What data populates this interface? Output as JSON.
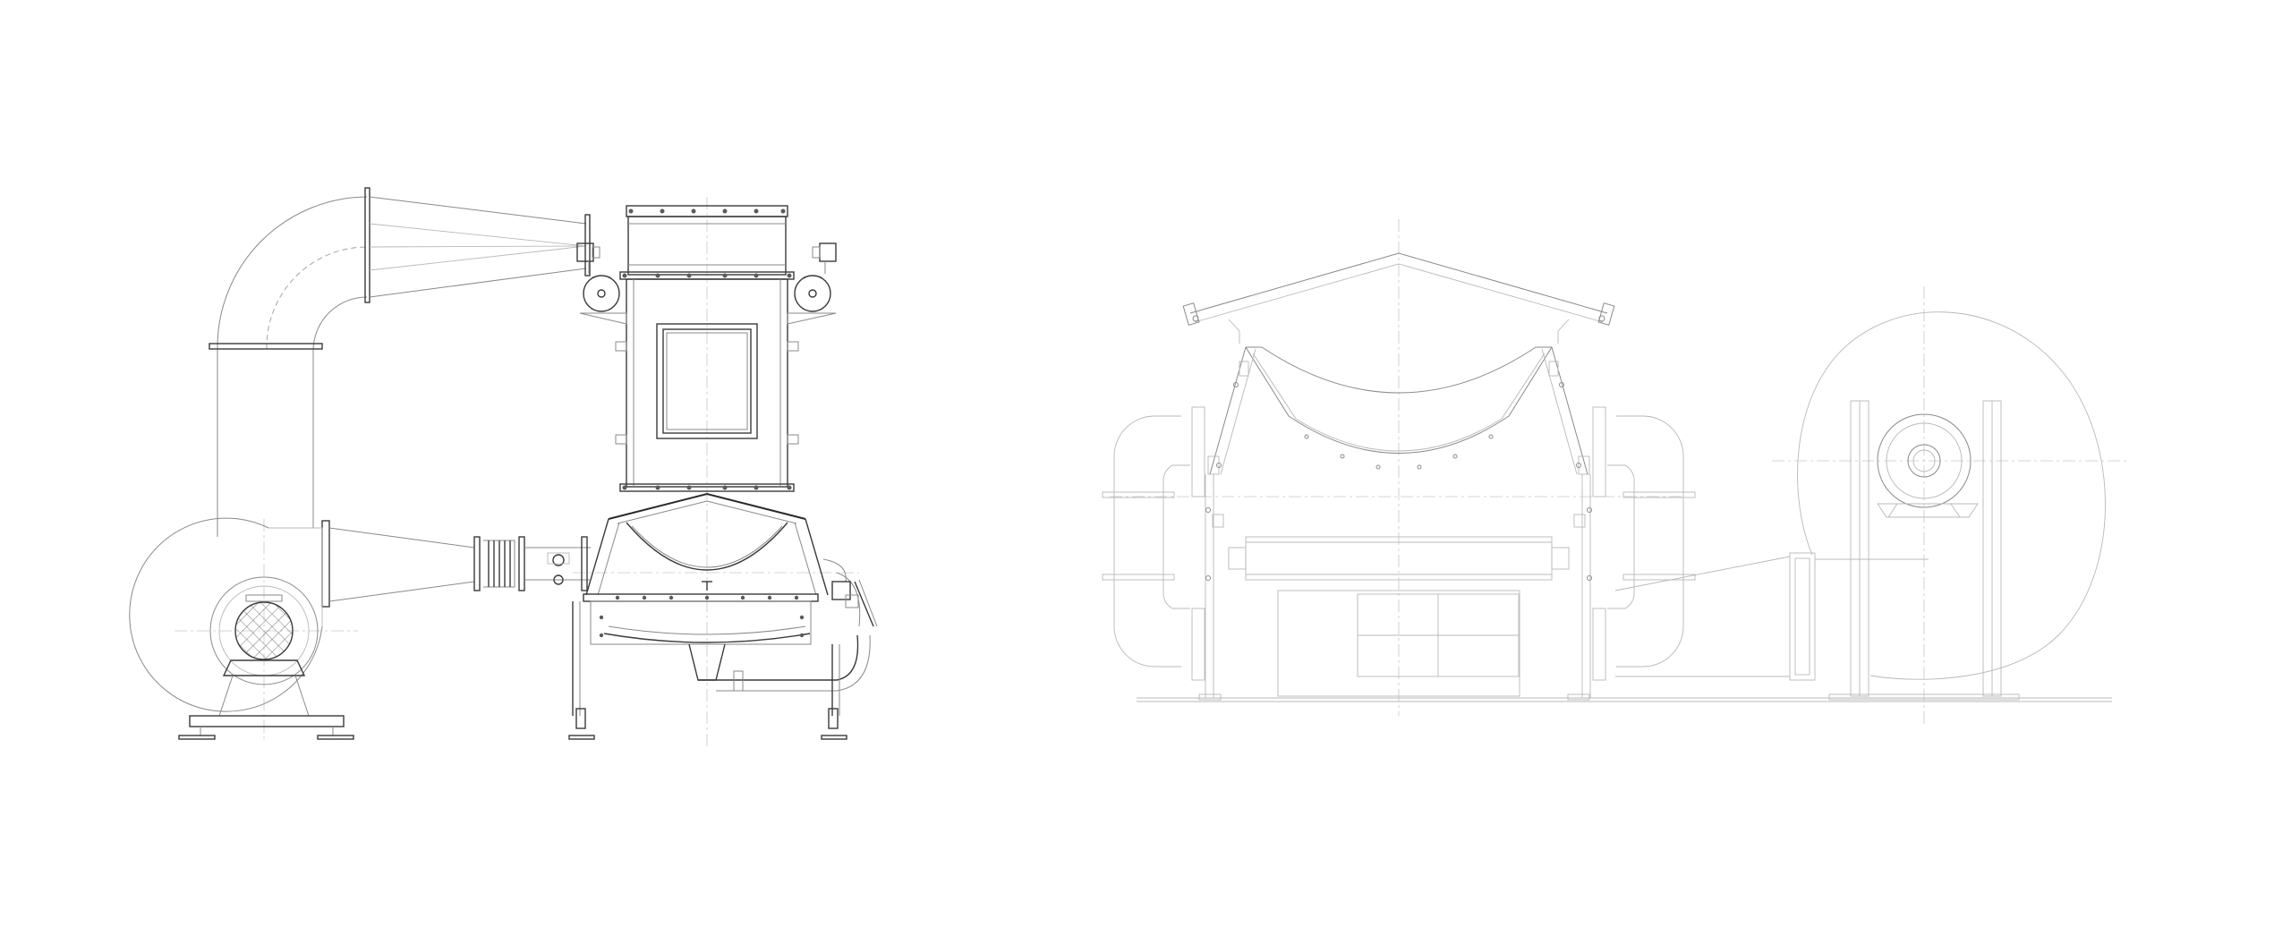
{
  "drawing": {
    "colors": {
      "background": "#ffffff",
      "line_dark": "#3a3a3a",
      "line_light": "#b8b8b8"
    },
    "views": [
      {
        "view": "side-elevation",
        "style": "detailed"
      },
      {
        "view": "front-elevation",
        "style": "faint"
      }
    ]
  }
}
